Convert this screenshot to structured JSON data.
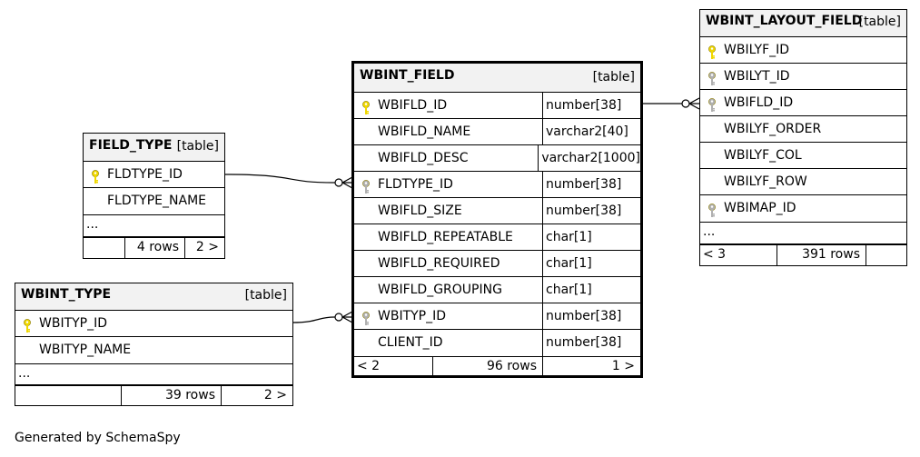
{
  "colors": {
    "primary_key": "#f0d800",
    "foreign_key": "#b0b0b0",
    "header_bg": "#f2f2f2"
  },
  "tables": {
    "wbint_field": {
      "name": "WBINT_FIELD",
      "kind": "[table]",
      "columns": [
        {
          "name": "WBIFLD_ID",
          "type": "number[38]",
          "key": "primary"
        },
        {
          "name": "WBIFLD_NAME",
          "type": "varchar2[40]",
          "key": ""
        },
        {
          "name": "WBIFLD_DESC",
          "type": "varchar2[1000]",
          "key": ""
        },
        {
          "name": "FLDTYPE_ID",
          "type": "number[38]",
          "key": "foreign"
        },
        {
          "name": "WBIFLD_SIZE",
          "type": "number[38]",
          "key": ""
        },
        {
          "name": "WBIFLD_REPEATABLE",
          "type": "char[1]",
          "key": ""
        },
        {
          "name": "WBIFLD_REQUIRED",
          "type": "char[1]",
          "key": ""
        },
        {
          "name": "WBIFLD_GROUPING",
          "type": "char[1]",
          "key": ""
        },
        {
          "name": "WBITYP_ID",
          "type": "number[38]",
          "key": "foreign"
        },
        {
          "name": "CLIENT_ID",
          "type": "number[38]",
          "key": ""
        }
      ],
      "footer": {
        "left": "< 2",
        "rows": "96 rows",
        "right": "1 >"
      }
    },
    "field_type": {
      "name": "FIELD_TYPE",
      "kind": "[table]",
      "columns": [
        {
          "name": "FLDTYPE_ID",
          "key": "primary"
        },
        {
          "name": "FLDTYPE_NAME",
          "key": ""
        }
      ],
      "ellipsis": "...",
      "footer": {
        "left": "",
        "rows": "4 rows",
        "right": "2 >"
      }
    },
    "wbint_type": {
      "name": "WBINT_TYPE",
      "kind": "[table]",
      "columns": [
        {
          "name": "WBITYP_ID",
          "key": "primary"
        },
        {
          "name": "WBITYP_NAME",
          "key": ""
        }
      ],
      "ellipsis": "...",
      "footer": {
        "left": "",
        "rows": "39 rows",
        "right": "2 >"
      }
    },
    "wbint_layout_field": {
      "name": "WBINT_LAYOUT_FIELD",
      "kind": "[table]",
      "columns": [
        {
          "name": "WBILYF_ID",
          "key": "primary"
        },
        {
          "name": "WBILYT_ID",
          "key": "foreign"
        },
        {
          "name": "WBIFLD_ID",
          "key": "foreign"
        },
        {
          "name": "WBILYF_ORDER",
          "key": ""
        },
        {
          "name": "WBILYF_COL",
          "key": ""
        },
        {
          "name": "WBILYF_ROW",
          "key": ""
        },
        {
          "name": "WBIMAP_ID",
          "key": "foreign"
        }
      ],
      "ellipsis": "...",
      "footer": {
        "left": "< 3",
        "rows": "391 rows",
        "right": ""
      }
    }
  },
  "generated_by": "Generated by SchemaSpy"
}
